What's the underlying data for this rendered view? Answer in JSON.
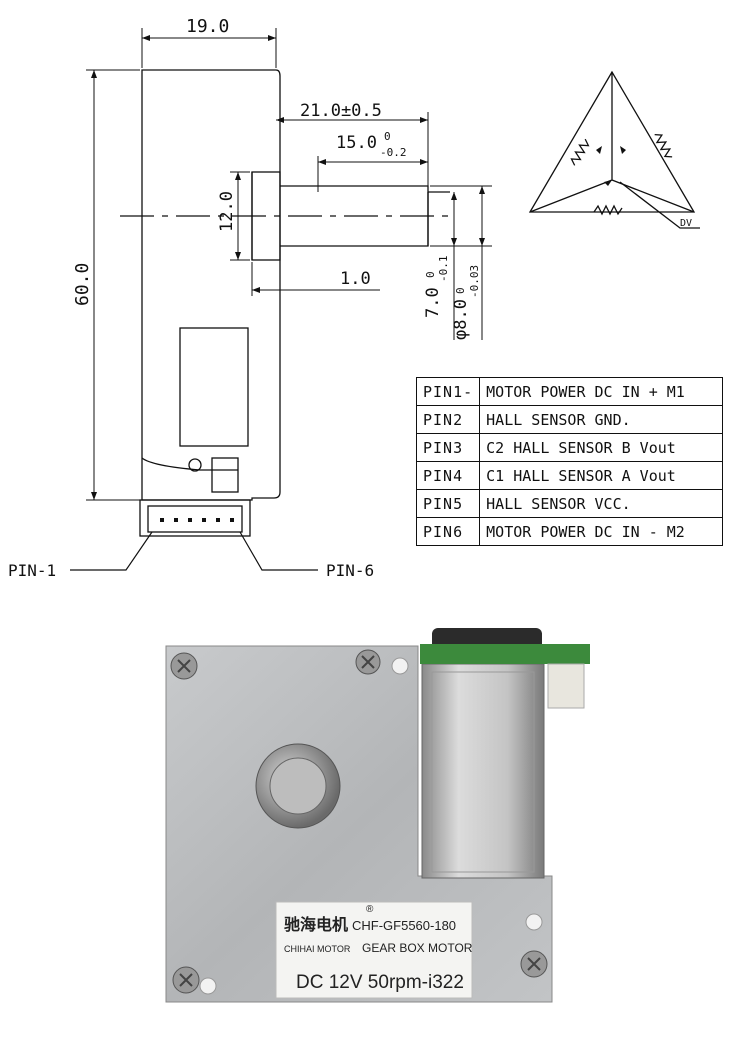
{
  "dimensions": {
    "width_top": "19.0",
    "height_total": "60.0",
    "shaft_length": "21.0±0.5",
    "flat_length": "15.0",
    "flat_length_tol_upper": "0",
    "flat_length_tol_lower": "-0.2",
    "boss_diameter": "12.0",
    "boss_offset": "1.0",
    "flat_width": "7.0",
    "flat_width_tol_upper": "0",
    "flat_width_tol_lower": "-0.1",
    "shaft_diameter": "φ8.0",
    "shaft_diameter_tol_upper": "0",
    "shaft_diameter_tol_lower": "-0.03"
  },
  "callouts": {
    "pin_first": "PIN-1",
    "pin_last": "PIN-6"
  },
  "schematic": {
    "dv_label": "DV"
  },
  "pin_table": [
    {
      "pin": "PIN1-",
      "desc": "MOTOR POWER DC IN +  M1"
    },
    {
      "pin": "PIN2",
      "desc": "HALL SENSOR GND."
    },
    {
      "pin": "PIN3",
      "desc": "C2 HALL SENSOR B Vout"
    },
    {
      "pin": "PIN4",
      "desc": "C1 HALL SENSOR A Vout"
    },
    {
      "pin": "PIN5",
      "desc": "HALL SENSOR VCC."
    },
    {
      "pin": "PIN6",
      "desc": "MOTOR POWER DC IN -  M2"
    }
  ],
  "product_label": {
    "brand_cn": "驰海电机",
    "registered_mark": "®",
    "model": "CHF-GF5560-180",
    "brand_en": "CHIHAI MOTOR",
    "type": "GEAR BOX MOTOR",
    "spec": "DC 12V 50rpm-i322"
  },
  "colors": {
    "line": "#111111",
    "plate": "#b9bbbd",
    "motor_can": "#c9c9c9",
    "pcb": "#3c8a3c"
  }
}
